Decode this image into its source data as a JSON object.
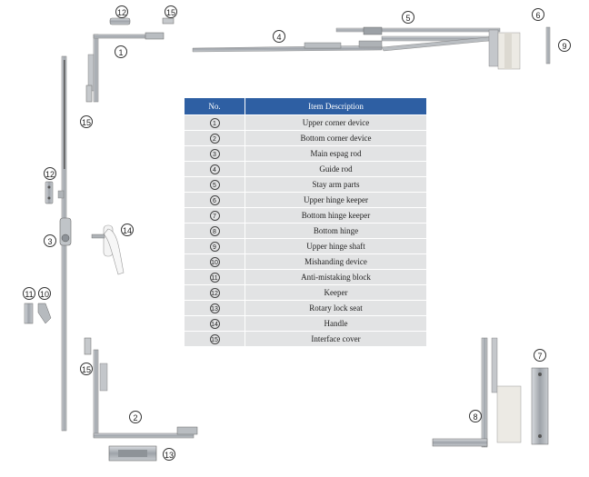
{
  "table": {
    "header_no": "No.",
    "header_desc": "Item Description",
    "rows": [
      {
        "no": "1",
        "desc": "Upper corner device"
      },
      {
        "no": "2",
        "desc": "Bottom corner device"
      },
      {
        "no": "3",
        "desc": "Main espag rod"
      },
      {
        "no": "4",
        "desc": "Guide rod"
      },
      {
        "no": "5",
        "desc": "Stay arm parts"
      },
      {
        "no": "6",
        "desc": "Upper hinge keeper"
      },
      {
        "no": "7",
        "desc": "Bottom hinge keeper"
      },
      {
        "no": "8",
        "desc": "Bottom hinge"
      },
      {
        "no": "9",
        "desc": "Upper hinge shaft"
      },
      {
        "no": "10",
        "desc": "Mishanding device"
      },
      {
        "no": "11",
        "desc": "Anti-mistaking block"
      },
      {
        "no": "12",
        "desc": "Keeper"
      },
      {
        "no": "13",
        "desc": "Rotary lock seat"
      },
      {
        "no": "14",
        "desc": "Handle"
      },
      {
        "no": "15",
        "desc": "Interface cover"
      }
    ]
  },
  "callouts": [
    "12",
    "15",
    "1",
    "5",
    "4",
    "6",
    "9",
    "15",
    "12",
    "3",
    "14",
    "11",
    "10",
    "15",
    "2",
    "13",
    "7",
    "8"
  ],
  "colors": {
    "header_bg": "#2e5fa3",
    "row_bg": "#e2e3e4",
    "metal": "#a9adb2"
  }
}
